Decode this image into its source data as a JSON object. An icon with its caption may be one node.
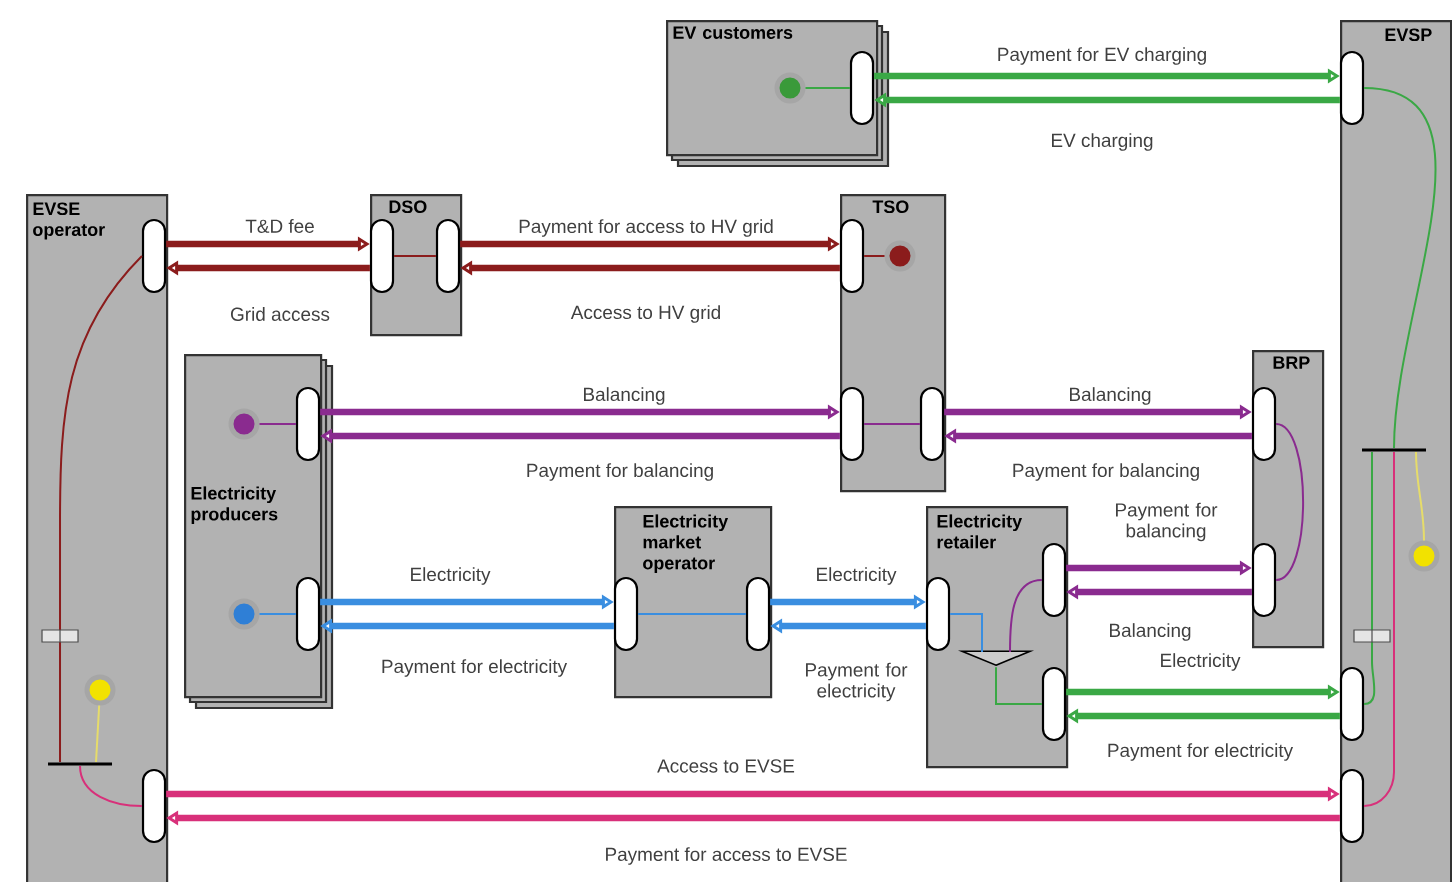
{
  "diagram": {
    "nodes": [
      {
        "text": [
          "EV customers"
        ]
      },
      {
        "text": [
          "EVSP"
        ]
      },
      {
        "text": [
          "EVSE operator"
        ]
      },
      {
        "text": [
          "DSO"
        ]
      },
      {
        "text": [
          "TSO"
        ]
      },
      {
        "text": [
          "Electricity producers"
        ]
      },
      {
        "text": [
          "BRP"
        ]
      },
      {
        "text": [
          "Electricity market operator"
        ]
      },
      {
        "text": [
          "Electricity retailer"
        ]
      },
      {
        "text": [],
        "shape": "capsule",
        "in": 0
      },
      {
        "text": [],
        "shape": "capsule",
        "in": 1
      },
      {
        "text": [],
        "shape": "capsule",
        "in": 2
      },
      {
        "text": [],
        "shape": "capsule",
        "in": 3
      },
      {
        "text": [],
        "shape": "capsule",
        "in": 3
      },
      {
        "text": [],
        "shape": "capsule",
        "in": 4
      },
      {
        "text": [],
        "shape": "capsule",
        "in": 5
      },
      {
        "text": [],
        "shape": "capsule",
        "in": 4
      },
      {
        "text": [],
        "shape": "capsule",
        "in": 4
      },
      {
        "text": [],
        "shape": "capsule",
        "in": 6
      },
      {
        "text": [],
        "shape": "capsule",
        "in": 6
      },
      {
        "text": [],
        "shape": "capsule",
        "in": 8
      },
      {
        "text": [],
        "shape": "capsule",
        "in": 5
      },
      {
        "text": [],
        "shape": "capsule",
        "in": 7
      },
      {
        "text": [],
        "shape": "capsule",
        "in": 7
      },
      {
        "text": [],
        "shape": "capsule",
        "in": 8
      },
      {
        "text": [],
        "shape": "capsule",
        "in": 8
      },
      {
        "text": [],
        "shape": "capsule",
        "in": 1
      },
      {
        "text": [],
        "shape": "capsule",
        "in": 2
      },
      {
        "text": [],
        "shape": "capsule",
        "in": 1
      },
      {
        "text": [],
        "shape": "circle",
        "in": 0
      },
      {
        "text": [],
        "shape": "circle",
        "in": 4
      },
      {
        "text": [],
        "shape": "circle",
        "in": 5
      },
      {
        "text": [],
        "shape": "circle",
        "in": 5
      },
      {
        "text": [],
        "shape": "circle",
        "in": 2
      },
      {
        "text": [],
        "shape": "circle",
        "in": 1
      },
      {
        "text": [],
        "shape": "bar",
        "in": 1
      },
      {
        "text": [],
        "shape": "triangle",
        "in": 8
      },
      {
        "text": [],
        "shape": "bar",
        "in": 2
      }
    ],
    "edges": [
      {
        "from": 9,
        "to": 10,
        "arrow": "to",
        "label": "Payment for EV charging",
        "color": "#3aa845"
      },
      {
        "from": 10,
        "to": 9,
        "arrow": "to",
        "label": "EV charging",
        "color": "#3aa845"
      },
      {
        "from": 11,
        "to": 12,
        "arrow": "to",
        "label": "T&D fee",
        "color": "#8b1c1c"
      },
      {
        "from": 12,
        "to": 11,
        "arrow": "to",
        "label": "Grid access",
        "color": "#8b1c1c"
      },
      {
        "from": 13,
        "to": 14,
        "arrow": "to",
        "label": "Payment for access to HV grid",
        "color": "#8b1c1c"
      },
      {
        "from": 14,
        "to": 13,
        "arrow": "to",
        "label": "Access to HV grid",
        "color": "#8b1c1c"
      },
      {
        "from": 15,
        "to": 16,
        "arrow": "to",
        "label": "Balancing",
        "color": "#8a2b8f"
      },
      {
        "from": 16,
        "to": 15,
        "arrow": "to",
        "label": "Payment for balancing",
        "color": "#8a2b8f"
      },
      {
        "from": 17,
        "to": 18,
        "arrow": "to",
        "label": "Balancing",
        "color": "#8a2b8f"
      },
      {
        "from": 18,
        "to": 17,
        "arrow": "to",
        "label": "Payment for balancing",
        "color": "#8a2b8f"
      },
      {
        "from": 20,
        "to": 19,
        "arrow": "to",
        "label": "Payment for balancing",
        "color": "#8a2b8f"
      },
      {
        "from": 19,
        "to": 20,
        "arrow": "to",
        "label": "Balancing",
        "color": "#8a2b8f"
      },
      {
        "from": 21,
        "to": 22,
        "arrow": "to",
        "label": "Electricity",
        "color": "#3a8ee0"
      },
      {
        "from": 22,
        "to": 21,
        "arrow": "to",
        "label": "Payment for electricity",
        "color": "#3a8ee0"
      },
      {
        "from": 23,
        "to": 24,
        "arrow": "to",
        "label": "Electricity",
        "color": "#3a8ee0"
      },
      {
        "from": 24,
        "to": 23,
        "arrow": "to",
        "label": "Payment for electricity",
        "color": "#3a8ee0"
      },
      {
        "from": 25,
        "to": 26,
        "arrow": "to",
        "label": "Electricity",
        "color": "#3aa845"
      },
      {
        "from": 26,
        "to": 25,
        "arrow": "to",
        "label": "Payment for electricity",
        "color": "#3aa845"
      },
      {
        "from": 27,
        "to": 28,
        "arrow": "to",
        "label": "Access to EVSE",
        "color": "#d8307a"
      },
      {
        "from": 28,
        "to": 27,
        "arrow": "to",
        "label": "Payment for access to EVSE",
        "color": "#d8307a"
      },
      {
        "from": 29,
        "to": 9,
        "arrow": "none",
        "color": "#3aa845"
      },
      {
        "from": 12,
        "to": 13,
        "arrow": "none",
        "color": "#8b1c1c"
      },
      {
        "from": 14,
        "to": 30,
        "arrow": "none",
        "color": "#8b1c1c"
      },
      {
        "from": 31,
        "to": 15,
        "arrow": "none",
        "color": "#8a2b8f"
      },
      {
        "from": 16,
        "to": 17,
        "arrow": "none",
        "color": "#8a2b8f"
      },
      {
        "from": 18,
        "to": 19,
        "arrow": "none",
        "color": "#8a2b8f"
      },
      {
        "from": 32,
        "to": 21,
        "arrow": "none",
        "color": "#3a8ee0"
      },
      {
        "from": 22,
        "to": 23,
        "arrow": "none",
        "color": "#3a8ee0"
      },
      {
        "from": 24,
        "to": 36,
        "arrow": "none",
        "color": "#3a8ee0"
      },
      {
        "from": 20,
        "to": 36,
        "arrow": "none",
        "color": "#8a2b8f"
      },
      {
        "from": 36,
        "to": 25,
        "arrow": "none",
        "color": "#3aa845"
      },
      {
        "from": 11,
        "to": 37,
        "arrow": "none",
        "color": "#8b1c1c"
      },
      {
        "from": 33,
        "to": 37,
        "arrow": "none",
        "color": "#e6dc6a"
      },
      {
        "from": 37,
        "to": 27,
        "arrow": "none",
        "color": "#d8307a"
      },
      {
        "from": 10,
        "to": 35,
        "arrow": "none",
        "color": "#3aa845"
      },
      {
        "from": 35,
        "to": 26,
        "arrow": "none",
        "color": "#3aa845"
      },
      {
        "from": 35,
        "to": 28,
        "arrow": "none",
        "color": "#d8307a"
      },
      {
        "from": 35,
        "to": 34,
        "arrow": "none",
        "color": "#e6dc6a"
      }
    ]
  }
}
